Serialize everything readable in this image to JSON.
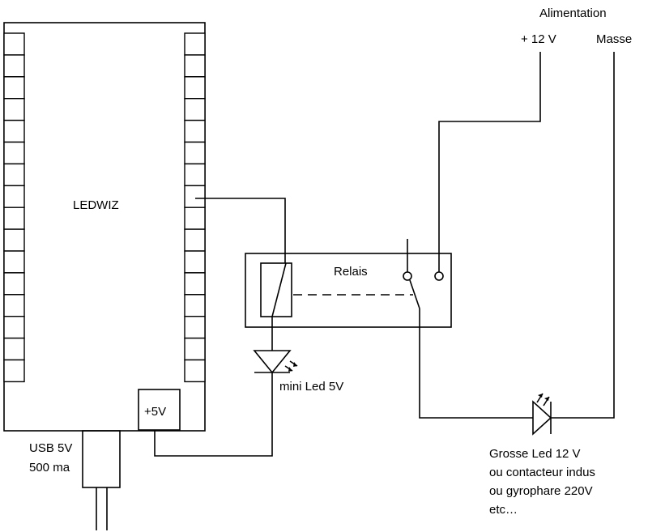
{
  "labels": {
    "board": "LEDWIZ",
    "plus5v": "+5V",
    "usb_line1": "USB 5V",
    "usb_line2": "500 ma",
    "relay": "Relais",
    "mini_led": "mini Led 5V",
    "power_title": "Alimentation",
    "plus12v": "+ 12 V",
    "ground": "Masse",
    "load_line1": "Grosse Led 12 V",
    "load_line2": "ou contacteur indus",
    "load_line3": "ou gyrophare 220V",
    "load_line4": "etc…"
  },
  "components": {
    "board_pin_rows": 16,
    "icons": [
      "led-diode-icon",
      "relay-coil-icon",
      "switch-contact-icon"
    ]
  }
}
